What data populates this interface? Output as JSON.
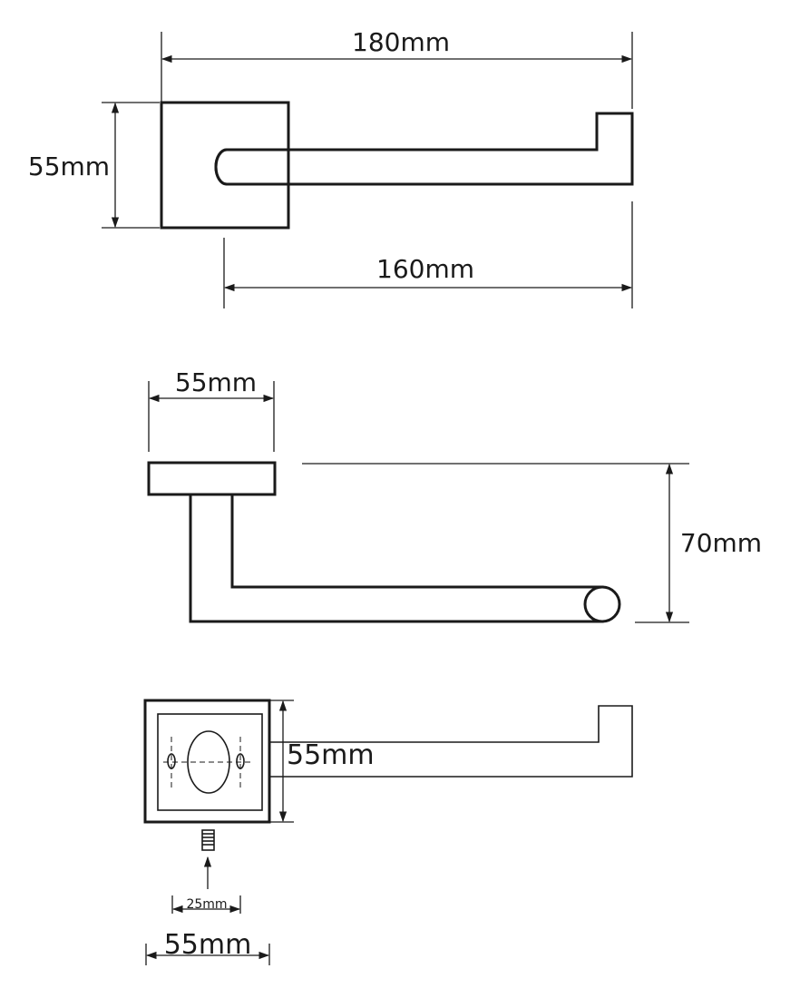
{
  "top_view": {
    "overall_length": "180mm",
    "base_height": "55mm",
    "arm_length": "160mm"
  },
  "side_view": {
    "base_width": "55mm",
    "projection": "70mm"
  },
  "mounting_view": {
    "plate_height": "55mm",
    "screw_spacing": "25mm",
    "plate_width": "55mm"
  }
}
